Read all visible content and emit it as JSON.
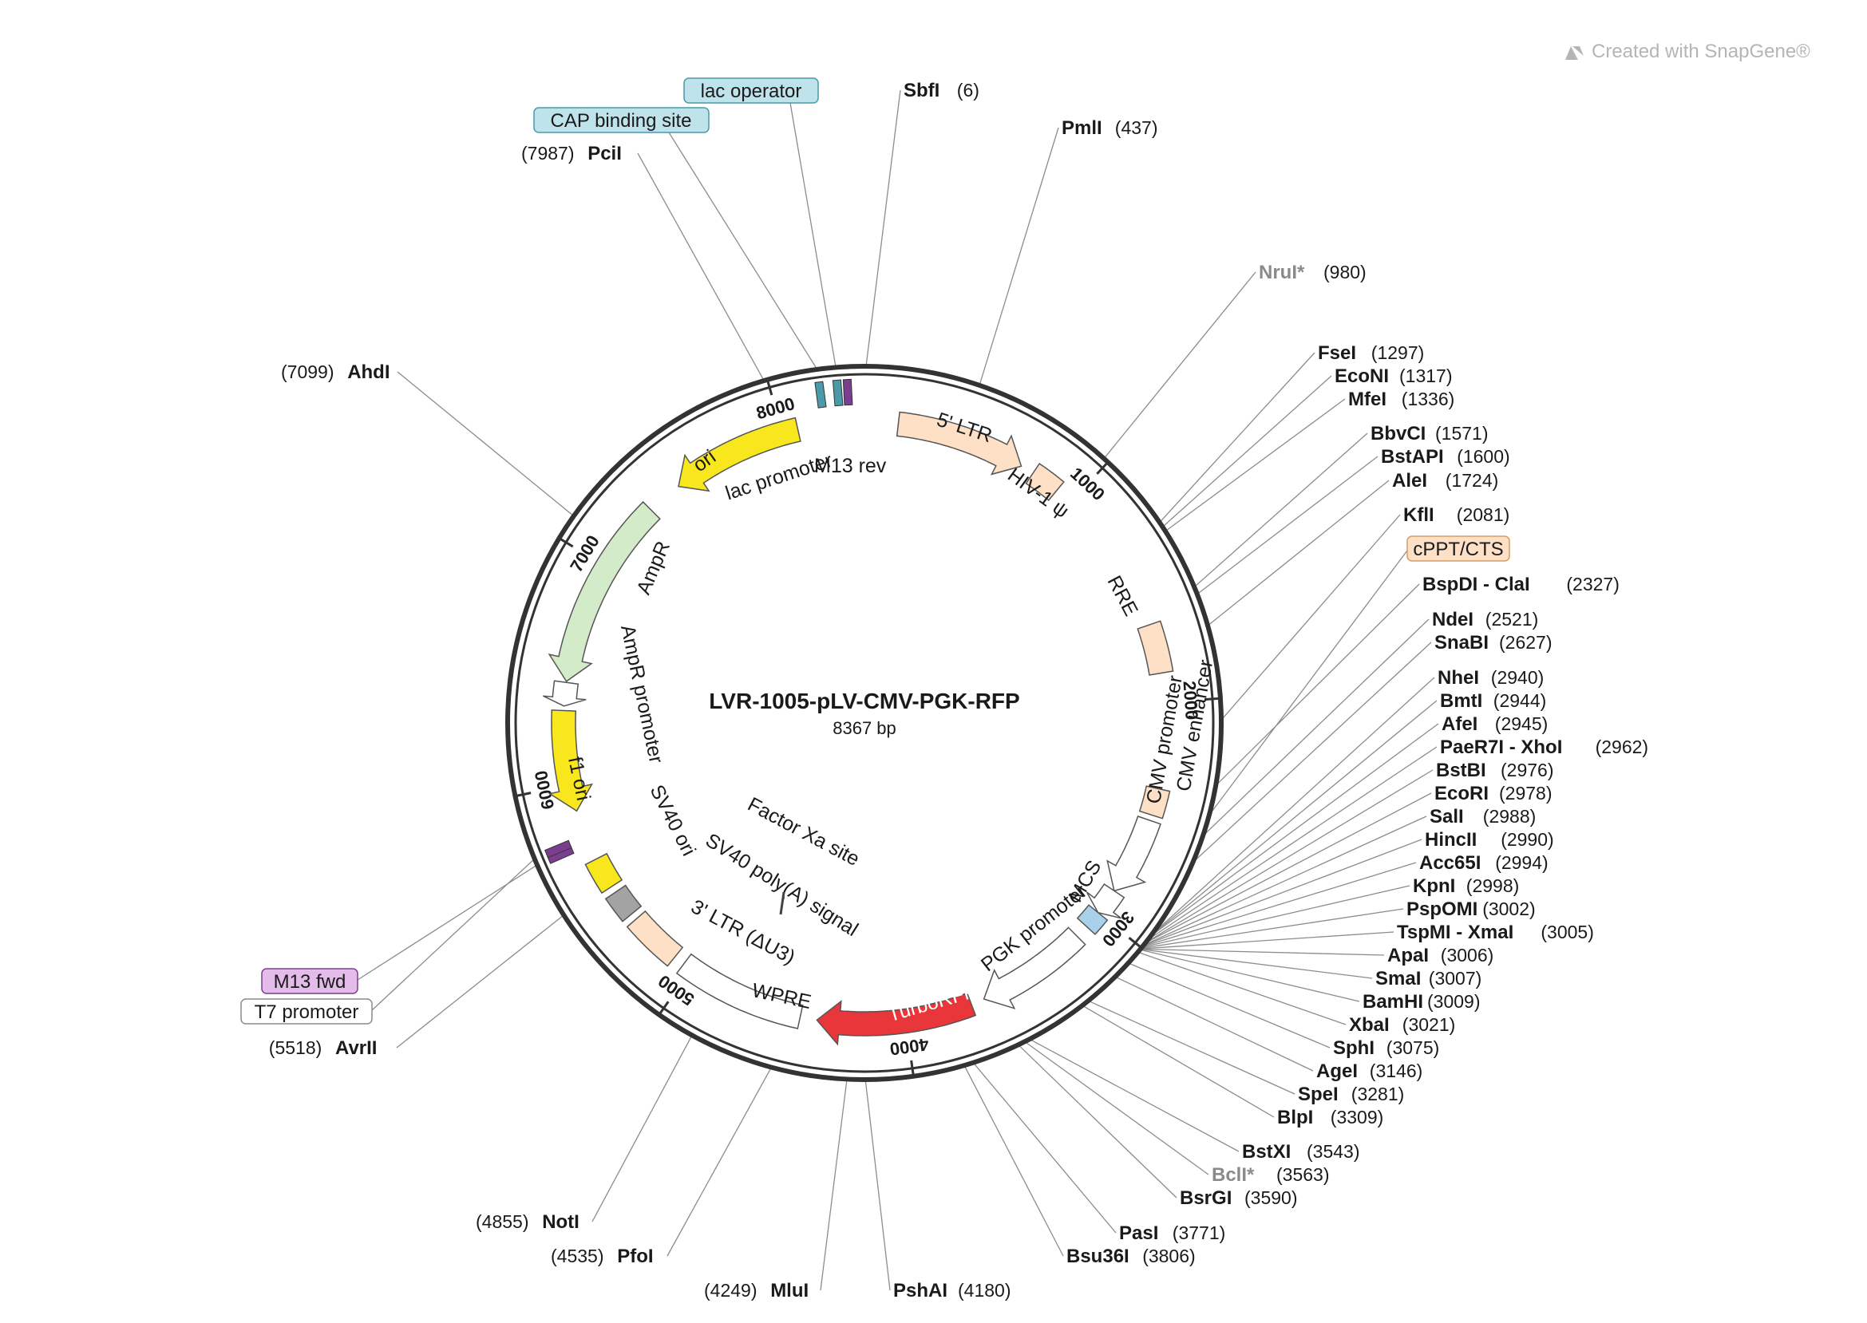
{
  "watermark": "Created with SnapGene®",
  "plasmid": {
    "name": "LVR-1005-pLV-CMV-PGK-RFP",
    "size_label": "8367 bp",
    "length": 8367
  },
  "ticks": [
    {
      "label": "1000",
      "pos": 1000
    },
    {
      "label": "2000",
      "pos": 2000
    },
    {
      "label": "3000",
      "pos": 3000
    },
    {
      "label": "4000",
      "pos": 4000
    },
    {
      "label": "5000",
      "pos": 5000
    },
    {
      "label": "6000",
      "pos": 6000
    },
    {
      "label": "7000",
      "pos": 7000
    },
    {
      "label": "8000",
      "pos": 8000
    }
  ],
  "features": [
    {
      "label": "5' LTR",
      "start": 150,
      "end": 730,
      "color": "#fde0c5",
      "arrow": true,
      "inside_label": true
    },
    {
      "label": "HIV-1 ψ",
      "start": 790,
      "end": 920,
      "color": "#fde0c5",
      "arrow": false,
      "inside_label": false
    },
    {
      "label": "RRE",
      "start": 1650,
      "end": 1870,
      "color": "#fde0c5",
      "arrow": false,
      "inside_label": false
    },
    {
      "label": "cPPT/CTS",
      "start": 2385,
      "end": 2505,
      "color": "#fde0c5",
      "arrow": false,
      "inside_label": false
    },
    {
      "label": "CMV enhancer",
      "start": 2530,
      "end": 2880,
      "color": "#ffffff",
      "arrow": true,
      "inside_label": false
    },
    {
      "label": "CMV promoter",
      "start": 2880,
      "end": 3000,
      "color": "#ffffff",
      "arrow": true,
      "inside_label": false
    },
    {
      "label": "MCS",
      "start": 3000,
      "end": 3080,
      "color": "#a9d1ea",
      "arrow": false,
      "inside_label": false
    },
    {
      "label": "PGK promoter",
      "start": 3140,
      "end": 3640,
      "color": "#ffffff",
      "arrow": true,
      "inside_label": false
    },
    {
      "label": "TurboRFP",
      "start": 3700,
      "end": 4395,
      "color": "#e8363b",
      "arrow": true,
      "inside_label": true
    },
    {
      "label": "WPRE",
      "start": 4470,
      "end": 5040,
      "color": "#ffffff",
      "arrow": false,
      "inside_label": true
    },
    {
      "label": "3' LTR (ΔU3)",
      "start": 5090,
      "end": 5330,
      "color": "#fde0c5",
      "arrow": false,
      "inside_label": false
    },
    {
      "label": "SV40 poly(A) signal",
      "start": 5360,
      "end": 5480,
      "color": "#a3a3a3",
      "arrow": false,
      "inside_label": false
    },
    {
      "label": "SV40 ori",
      "start": 5510,
      "end": 5650,
      "color": "#f8e71c",
      "arrow": false,
      "inside_label": false
    },
    {
      "label": "f1 ori",
      "start": 5880,
      "end": 6330,
      "color": "#f8e71c",
      "arrow": true,
      "reverse": true,
      "inside_label": true
    },
    {
      "label": "AmpR promoter",
      "start": 6350,
      "end": 6455,
      "color": "#ffffff",
      "arrow": true,
      "reverse": true,
      "inside_label": false
    },
    {
      "label": "AmpR",
      "start": 6460,
      "end": 7320,
      "color": "#d4ebc9",
      "arrow": true,
      "reverse": true,
      "inside_label": false
    },
    {
      "label": "ori",
      "start": 7480,
      "end": 8070,
      "color": "#f8e71c",
      "arrow": true,
      "reverse": true,
      "inside_label": true
    }
  ],
  "inner_labels": [
    {
      "text": "lac promoter"
    },
    {
      "text": "M13 rev"
    },
    {
      "text": "Factor Xa site"
    }
  ],
  "small_marks": [
    {
      "name": "cap-binding-mark",
      "pos": 8190,
      "color": "#4a9aa8"
    },
    {
      "name": "lac-operator-mark",
      "pos": 8260,
      "color": "#4a9aa8"
    },
    {
      "name": "m13-rev-mark",
      "pos": 8300,
      "color": "#7b3e8f"
    },
    {
      "name": "m13-fwd-mark",
      "pos": 5730,
      "color": "#7b3e8f"
    },
    {
      "name": "t7-promoter-mark",
      "pos": 5755,
      "color": "#7b3e8f"
    }
  ],
  "callouts": [
    {
      "text": "lac operator",
      "color": "#bfe3ea",
      "border": "#4a9aa8"
    },
    {
      "text": "CAP binding site",
      "color": "#bfe3ea",
      "border": "#4a9aa8"
    },
    {
      "text": "cPPT/CTS",
      "color": "#fde0c5",
      "border": "#d39d6a"
    },
    {
      "text": "M13 fwd",
      "color": "#e3bce9",
      "border": "#7b3e8f"
    },
    {
      "text": "T7 promoter",
      "color": "#ffffff",
      "border": "#8c8c8c"
    }
  ],
  "enzymes": [
    {
      "name": "SbfI",
      "pos": "(6)"
    },
    {
      "name": "PmlI",
      "pos": "(437)"
    },
    {
      "name": "NruI*",
      "pos": "(980)",
      "gray": true
    },
    {
      "name": "FseI",
      "pos": "(1297)"
    },
    {
      "name": "EcoNI",
      "pos": "(1317)"
    },
    {
      "name": "MfeI",
      "pos": "(1336)"
    },
    {
      "name": "BbvCI",
      "pos": "(1571)"
    },
    {
      "name": "BstAPI",
      "pos": "(1600)"
    },
    {
      "name": "AleI",
      "pos": "(1724)"
    },
    {
      "name": "KflI",
      "pos": "(2081)"
    },
    {
      "name": "BspDI - ClaI",
      "pos": "(2327)"
    },
    {
      "name": "NdeI",
      "pos": "(2521)"
    },
    {
      "name": "SnaBI",
      "pos": "(2627)"
    },
    {
      "name": "NheI",
      "pos": "(2940)"
    },
    {
      "name": "BmtI",
      "pos": "(2944)"
    },
    {
      "name": "AfeI",
      "pos": "(2945)"
    },
    {
      "name": "PaeR7I - XhoI",
      "pos": "(2962)"
    },
    {
      "name": "BstBI",
      "pos": "(2976)"
    },
    {
      "name": "EcoRI",
      "pos": "(2978)"
    },
    {
      "name": "SalI",
      "pos": "(2988)"
    },
    {
      "name": "HincII",
      "pos": "(2990)"
    },
    {
      "name": "Acc65I",
      "pos": "(2994)"
    },
    {
      "name": "KpnI",
      "pos": "(2998)"
    },
    {
      "name": "PspOMI",
      "pos": "(3002)"
    },
    {
      "name": "TspMI - XmaI",
      "pos": "(3005)"
    },
    {
      "name": "ApaI",
      "pos": "(3006)"
    },
    {
      "name": "SmaI",
      "pos": "(3007)"
    },
    {
      "name": "BamHI",
      "pos": "(3009)"
    },
    {
      "name": "XbaI",
      "pos": "(3021)"
    },
    {
      "name": "SphI",
      "pos": "(3075)"
    },
    {
      "name": "AgeI",
      "pos": "(3146)"
    },
    {
      "name": "SpeI",
      "pos": "(3281)"
    },
    {
      "name": "BlpI",
      "pos": "(3309)"
    },
    {
      "name": "BstXI",
      "pos": "(3543)"
    },
    {
      "name": "BclI*",
      "pos": "(3563)",
      "gray": true
    },
    {
      "name": "BsrGI",
      "pos": "(3590)"
    },
    {
      "name": "PasI",
      "pos": "(3771)"
    },
    {
      "name": "Bsu36I",
      "pos": "(3806)"
    },
    {
      "name": "PshAI",
      "pos": "(4180)"
    },
    {
      "name": "MluI",
      "pos": "(4249)"
    },
    {
      "name": "PfoI",
      "pos": "(4535)"
    },
    {
      "name": "NotI",
      "pos": "(4855)"
    },
    {
      "name": "AvrII",
      "pos": "(5518)"
    },
    {
      "name": "AhdI",
      "pos": "(7099)"
    },
    {
      "name": "PciI",
      "pos": "(7987)"
    }
  ]
}
